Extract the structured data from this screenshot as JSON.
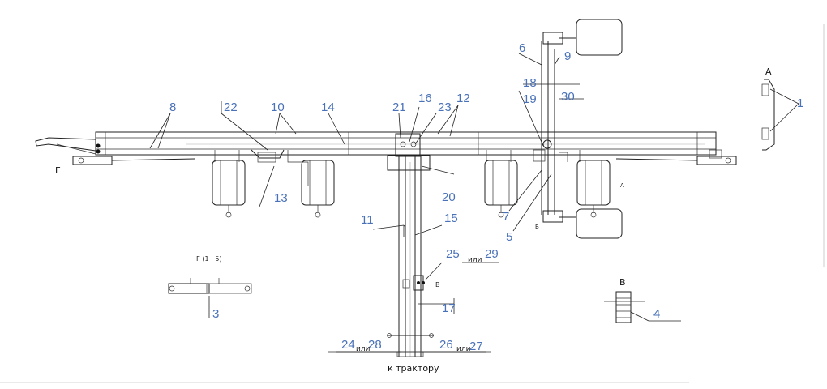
{
  "callouts": {
    "n1": "1",
    "n3": "3",
    "n4": "4",
    "n5": "5",
    "n6": "6",
    "n7": "7",
    "n8": "8",
    "n9": "9",
    "n10": "10",
    "n11": "11",
    "n12": "12",
    "n13": "13",
    "n14": "14",
    "n15": "15",
    "n16": "16",
    "n17": "17",
    "n18": "18",
    "n19": "19",
    "n20": "20",
    "n21": "21",
    "n22": "22",
    "n23": "23",
    "n24": "24",
    "n25": "25",
    "n26": "26",
    "n27": "27",
    "n28": "28",
    "n29": "29",
    "n30": "30"
  },
  "connectors": {
    "ili_top": "или",
    "ili_left": "или",
    "ili_right": "или"
  },
  "views": {
    "view_a": "А",
    "view_v": "В",
    "view_g_title": "Г  (1 : 5)",
    "mark_g": "Г",
    "mark_v": "В",
    "mark_b": "Б",
    "mark_a_small": "А"
  },
  "caption": "к трактору"
}
